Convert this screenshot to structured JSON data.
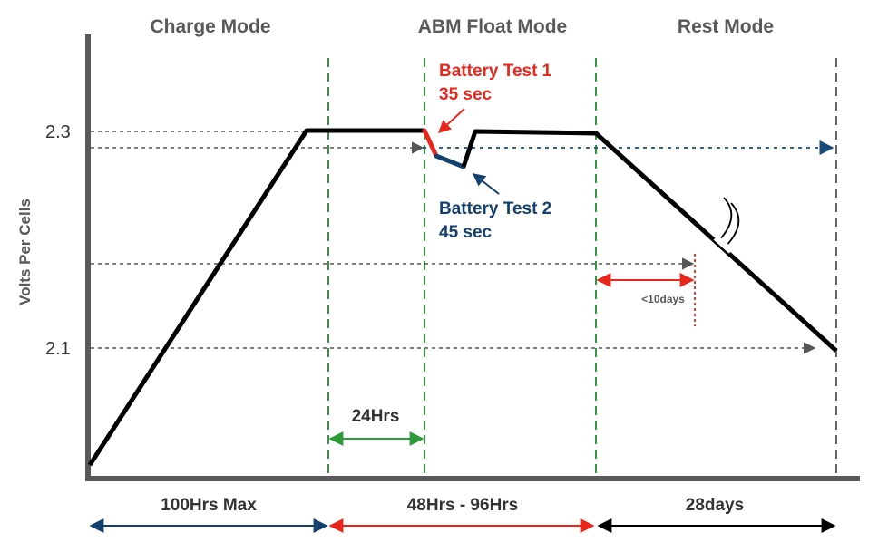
{
  "modes": {
    "charge": "Charge Mode",
    "float": "ABM Float Mode",
    "rest": "Rest Mode"
  },
  "y_axis": {
    "label": "Volts Per Cells",
    "tick_high": "2.3",
    "tick_low": "2.1"
  },
  "annotations": {
    "test1_title": "Battery Test 1",
    "test1_time": "35 sec",
    "test2_title": "Battery Test 2",
    "test2_time": "45 sec",
    "float_interval": "24Hrs",
    "rest_limit": "<10days"
  },
  "durations": {
    "charge": "100Hrs Max",
    "float": "48Hrs - 96Hrs",
    "rest": "28days"
  },
  "colors": {
    "profile": "#000000",
    "phase_divider": "#2e9b3a",
    "test1": "#e8261c",
    "test2": "#13406e",
    "reference": "#1a4a7a",
    "guide": "#555555",
    "charge_span": "#13406e",
    "float_span": "#e8261c",
    "rest_span": "#000000"
  }
}
